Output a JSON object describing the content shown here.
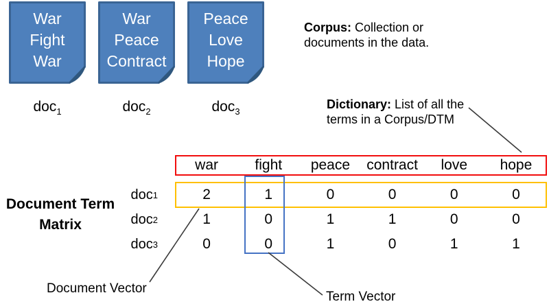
{
  "documents": [
    {
      "lines": [
        "War",
        "Fight",
        "War"
      ],
      "label": "doc",
      "sub": "1"
    },
    {
      "lines": [
        "War",
        "Peace",
        "Contract"
      ],
      "label": "doc",
      "sub": "2"
    },
    {
      "lines": [
        "Peace",
        "Love",
        "Hope"
      ],
      "label": "doc",
      "sub": "3"
    }
  ],
  "notes": {
    "corpus": {
      "lead": "Corpus:",
      "line1_rest": " Collection or",
      "line2": "documents in the data."
    },
    "dictionary": {
      "lead": "Dictionary:",
      "line1_rest": " List of all the",
      "line2": "terms in a Corpus/DTM"
    }
  },
  "matrix": {
    "title_line1": "Document Term",
    "title_line2": "Matrix",
    "columns": [
      "war",
      "fight",
      "peace",
      "contract",
      "love",
      "hope"
    ],
    "rows": [
      {
        "label": "doc",
        "sub": "1",
        "values": [
          2,
          1,
          0,
          0,
          0,
          0
        ]
      },
      {
        "label": "doc",
        "sub": "2",
        "values": [
          1,
          0,
          1,
          1,
          0,
          0
        ]
      },
      {
        "label": "doc",
        "sub": "3",
        "values": [
          0,
          0,
          1,
          0,
          1,
          1
        ]
      }
    ]
  },
  "callouts": {
    "document_vector": "Document Vector",
    "term_vector": "Term Vector"
  },
  "colors": {
    "doc_fill": "#4e80bc",
    "doc_border": "#3a6494",
    "doc_fold": "#2f577e",
    "dictionary_box": "#f10d0d",
    "document_vector_box": "#ffc000",
    "term_vector_box": "#4472c4"
  }
}
